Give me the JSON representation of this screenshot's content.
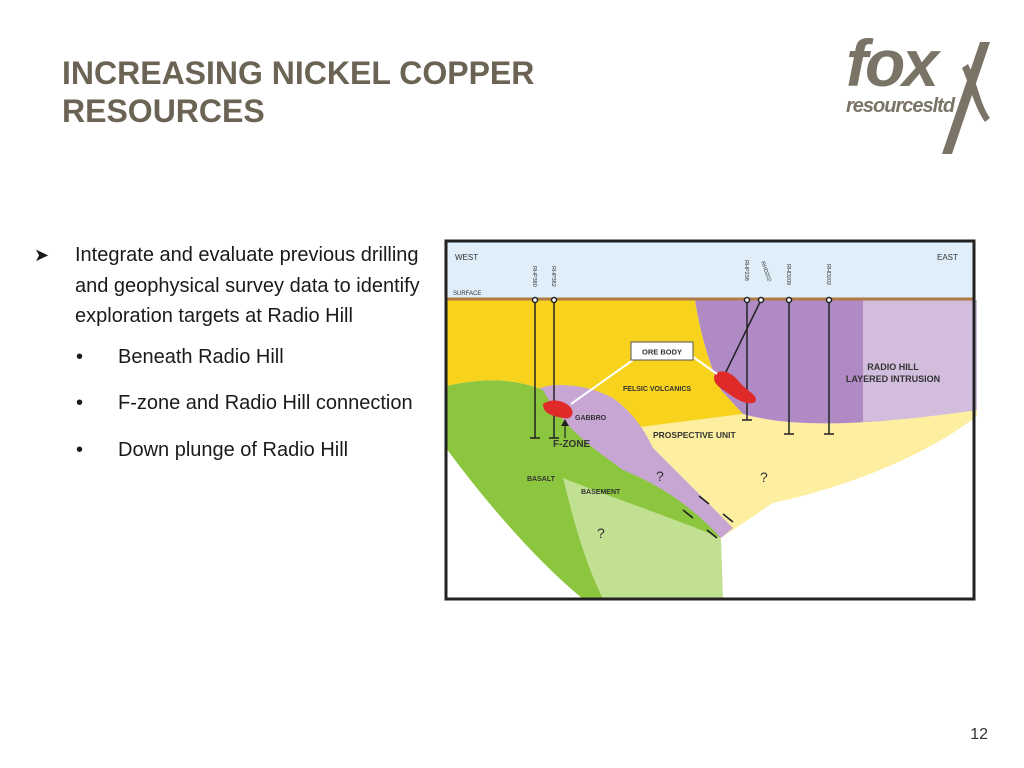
{
  "slide": {
    "title_line1": "INCREASING NICKEL COPPER",
    "title_line2": "RESOURCES",
    "page_number": "12"
  },
  "logo": {
    "wordmark": "fox",
    "subtitle": "resourcesltd",
    "color": "#7a7466"
  },
  "bullets": {
    "main": "Integrate and evaluate previous drilling and geophysical survey data to identify exploration targets at Radio Hill",
    "sub": [
      "Beneath Radio Hill",
      "F-zone and Radio Hill connection",
      "Down plunge of Radio Hill"
    ]
  },
  "diagram": {
    "west": "WEST",
    "east": "EAST",
    "surface": "SURFACE",
    "holes": [
      "RHP380",
      "RHP382",
      "RHP238",
      "RHD202",
      "RHD209",
      "RHD202"
    ],
    "ore_body": "ORE BODY",
    "felsic": "FELSIC VOLCANICS",
    "gabbro": "GABBRO",
    "fzone": "F-ZONE",
    "prospective": "PROSPECTIVE UNIT",
    "basalt": "BASALT",
    "basement": "BASEMENT",
    "radio_hill_1": "RADIO HILL",
    "radio_hill_2": "LAYERED INTRUSION",
    "question": "?",
    "colors": {
      "yellow": "#f7d31e",
      "pale_yellow": "#fdeea0",
      "purple": "#b08ac4",
      "pale_purple": "#dcc9e4",
      "green": "#8cc63f",
      "ore": "#e02a2a",
      "surface": "#b07a45",
      "sky": "#dfeef9"
    }
  }
}
